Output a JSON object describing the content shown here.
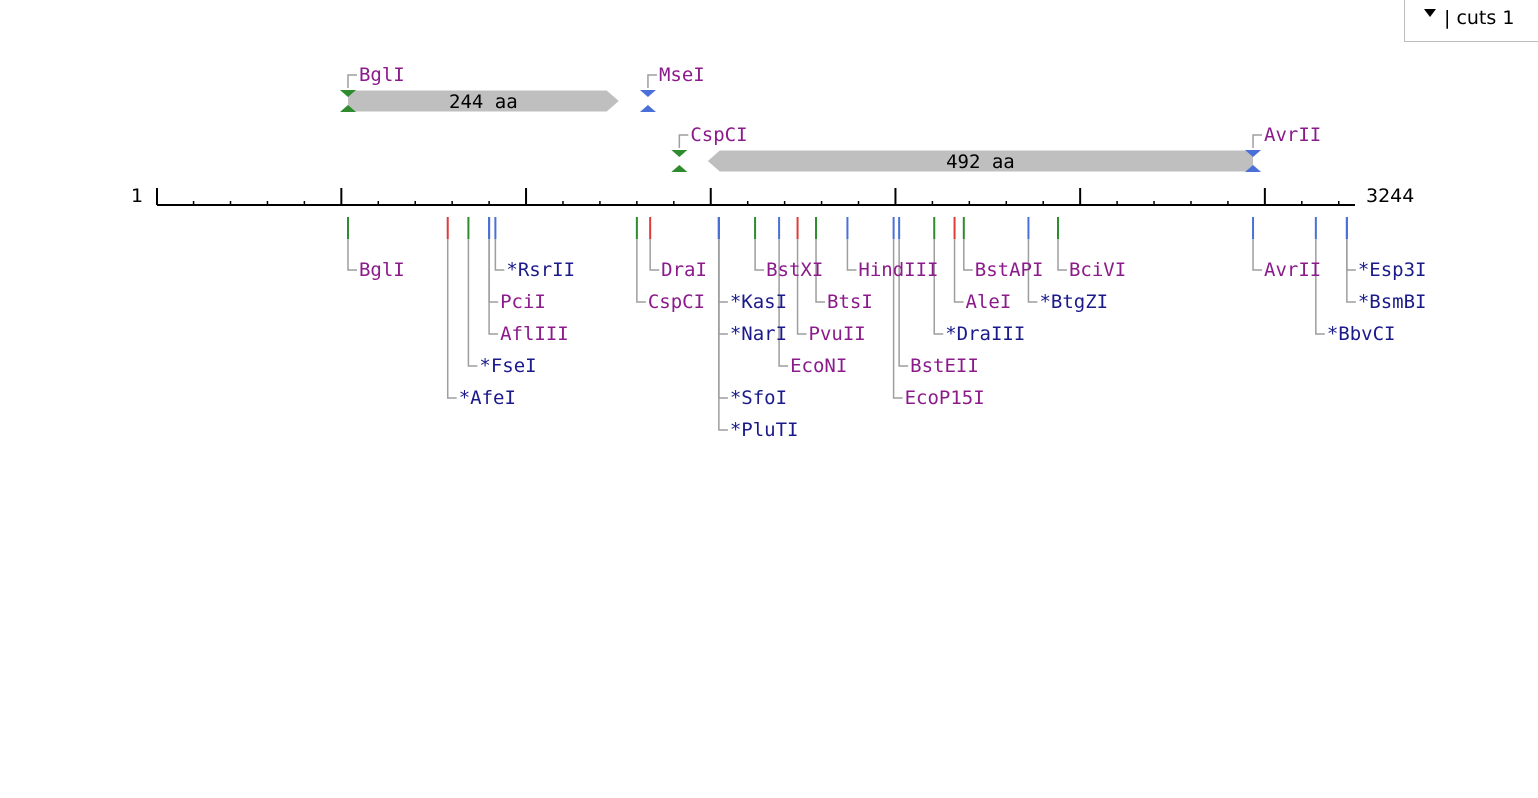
{
  "toolbar": {
    "display_label": "| cuts 1"
  },
  "sequence": {
    "start_label": "1",
    "end_label": "3244",
    "length": 3244
  },
  "colors": {
    "green": "#2e8b2e",
    "blue": "#4a6fd8",
    "red": "#e03a3a",
    "enzyme_text": "#8b1a8b",
    "starred_text": "#1a1a8a",
    "feature_fill": "#bfbfbf",
    "axis": "#000000",
    "leader": "#9e9e9e"
  },
  "features": [
    {
      "label": "244 aa",
      "start": 518,
      "end": 1251,
      "direction": "forward"
    },
    {
      "label": "492 aa",
      "start": 1492,
      "end": 2968,
      "direction": "reverse"
    }
  ],
  "feature_markers": [
    {
      "name": "BglI",
      "pos": 518,
      "color": "green"
    },
    {
      "name": "MseI",
      "pos": 1330,
      "color": "blue"
    },
    {
      "name": "CspCI",
      "pos": 1415,
      "color": "green"
    },
    {
      "name": "AvrII",
      "pos": 2968,
      "color": "blue"
    }
  ],
  "sites": [
    {
      "name": "BglI",
      "pos": 518,
      "color": "green",
      "starred": false
    },
    {
      "name": "*AfeI",
      "pos": 788,
      "color": "red",
      "starred": true
    },
    {
      "name": "*FseI",
      "pos": 844,
      "color": "green",
      "starred": true
    },
    {
      "name": "PciI",
      "pos": 900,
      "color": "blue",
      "starred": false
    },
    {
      "name": "AflIII",
      "pos": 900,
      "color": "blue",
      "starred": false
    },
    {
      "name": "*RsrII",
      "pos": 917,
      "color": "blue",
      "starred": true
    },
    {
      "name": "CspCI",
      "pos": 1300,
      "color": "green",
      "starred": false
    },
    {
      "name": "DraI",
      "pos": 1336,
      "color": "red",
      "starred": false
    },
    {
      "name": "*KasI",
      "pos": 1522,
      "color": "blue",
      "starred": true
    },
    {
      "name": "*NarI",
      "pos": 1522,
      "color": "blue",
      "starred": true
    },
    {
      "name": "*SfoI",
      "pos": 1522,
      "color": "blue",
      "starred": true
    },
    {
      "name": "*PluTI",
      "pos": 1522,
      "color": "blue",
      "starred": true
    },
    {
      "name": "BstXI",
      "pos": 1620,
      "color": "green",
      "starred": false
    },
    {
      "name": "EcoNI",
      "pos": 1685,
      "color": "blue",
      "starred": false
    },
    {
      "name": "PvuII",
      "pos": 1735,
      "color": "red",
      "starred": false
    },
    {
      "name": "BtsI",
      "pos": 1785,
      "color": "green",
      "starred": false
    },
    {
      "name": "HindIII",
      "pos": 1870,
      "color": "blue",
      "starred": false
    },
    {
      "name": "EcoP15I",
      "pos": 1995,
      "color": "blue",
      "starred": false
    },
    {
      "name": "BstEII",
      "pos": 2010,
      "color": "blue",
      "starred": false
    },
    {
      "name": "*DraIII",
      "pos": 2105,
      "color": "green",
      "starred": true
    },
    {
      "name": "AleI",
      "pos": 2160,
      "color": "red",
      "starred": false
    },
    {
      "name": "BstAPI",
      "pos": 2185,
      "color": "green",
      "starred": false
    },
    {
      "name": "*BtgZI",
      "pos": 2360,
      "color": "blue",
      "starred": true
    },
    {
      "name": "BciVI",
      "pos": 2440,
      "color": "green",
      "starred": false
    },
    {
      "name": "AvrII",
      "pos": 2968,
      "color": "blue",
      "starred": false
    },
    {
      "name": "*BbvCI",
      "pos": 3138,
      "color": "blue",
      "starred": true
    },
    {
      "name": "*Esp3I",
      "pos": 3222,
      "color": "blue",
      "starred": true
    },
    {
      "name": "*BsmBI",
      "pos": 3222,
      "color": "blue",
      "starred": true
    }
  ]
}
